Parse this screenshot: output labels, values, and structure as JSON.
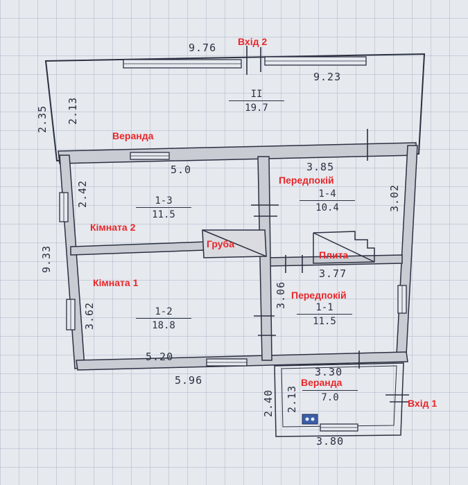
{
  "labels": {
    "entrance2": "Вхід 2",
    "entrance1": "Вхід 1",
    "veranda_top": "Веранда",
    "veranda_bottom": "Веранда",
    "room2": "Кімната 2",
    "room1": "Кімната 1",
    "chimney": "Груба",
    "hallway_top": "Передпокій",
    "hallway_bottom": "Передпокій",
    "stove": "Плита"
  },
  "dimensions": {
    "top_total": "9.76",
    "veranda_length": "9.23",
    "veranda_depth_outer": "2.35",
    "veranda_depth_inner": "2.13",
    "room3_width": "5.0",
    "room3_depth": "2.42",
    "room4_width": "3.85",
    "room4_depth": "3.02",
    "house_depth": "9.33",
    "room2_depth": "3.62",
    "room2_width": "5.20",
    "outer_width": "5.96",
    "room1_width": "3.77",
    "room1_depth": "3.06",
    "porch_inner_width": "3.30",
    "porch_outer_depth": "2.40",
    "porch_inner_depth": "2.13",
    "porch_outer_width": "3.80"
  },
  "rooms": {
    "r11": {
      "code": "II",
      "area": "19.7"
    },
    "r13": {
      "code": "1-3",
      "area": "11.5"
    },
    "r14": {
      "code": "1-4",
      "area": "10.4"
    },
    "r12": {
      "code": "1-2",
      "area": "18.8"
    },
    "r1_1": {
      "code": "1-1",
      "area": "11.5"
    },
    "porch": {
      "code": "",
      "area": "7.0"
    }
  },
  "colors": {
    "annotation": "#e8262a",
    "wall_fill": "#c9ccd3",
    "ink": "#2b3040",
    "paper": "#e6e9ee"
  }
}
